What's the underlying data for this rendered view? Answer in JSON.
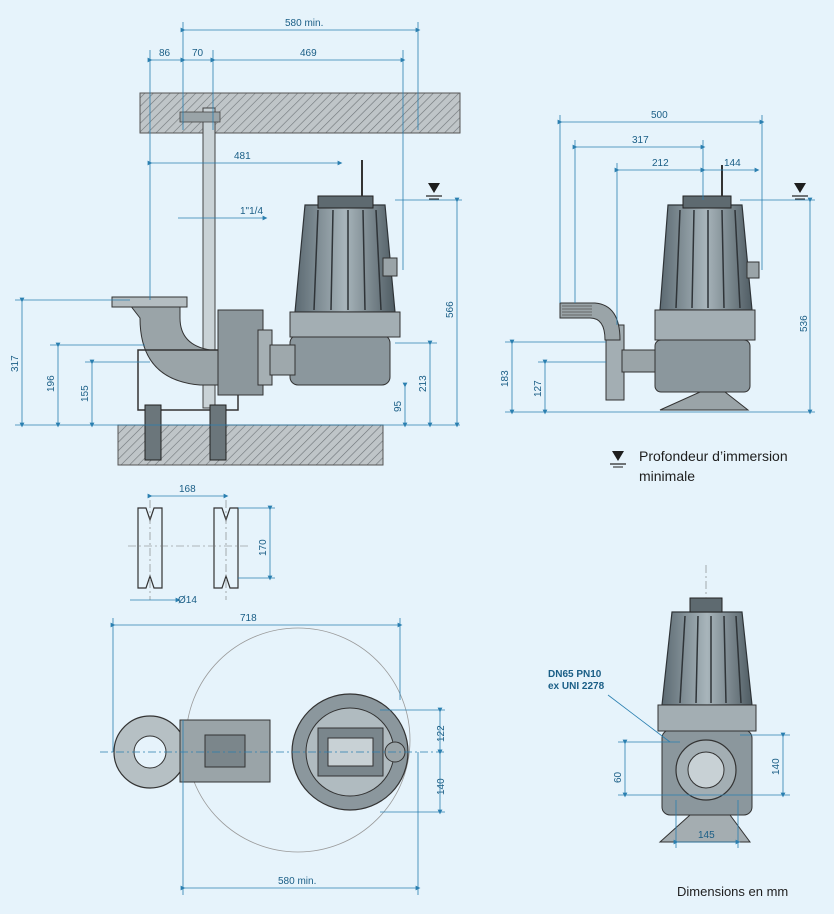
{
  "legend": {
    "symbol_name": "water-level-icon",
    "text": "Profondeur d’immersion minimale"
  },
  "units_note": "Dimensions en mm",
  "flange_spec": {
    "line1": "DN65 PN10",
    "line2": "ex UNI 2278"
  },
  "side_view_installed": {
    "dim_580_min_top": "580 min.",
    "dim_86": "86",
    "dim_70": "70",
    "dim_469": "469",
    "dim_481": "481",
    "dim_1_1_4": "1\"1/4",
    "dim_566": "566",
    "dim_317": "317",
    "dim_196": "196",
    "dim_155": "155",
    "dim_213": "213",
    "dim_95": "95"
  },
  "side_view_free": {
    "dim_500": "500",
    "dim_317": "317",
    "dim_212": "212",
    "dim_144": "144",
    "dim_536": "536",
    "dim_183": "183",
    "dim_127": "127"
  },
  "foot_detail": {
    "dim_168": "168",
    "dim_170": "170",
    "dim_d14": "Ø14"
  },
  "plan_view": {
    "dim_718": "718",
    "dim_122": "122",
    "dim_140": "140",
    "dim_580_min_bottom": "580 min."
  },
  "front_view": {
    "dim_60": "60",
    "dim_140": "140",
    "dim_145": "145"
  },
  "colors": {
    "background": "#e6f3fb",
    "dimension_line": "#2a7fb0",
    "dimension_text": "#1a5e86",
    "pump_fill": "#7a8a92",
    "pump_dark": "#2f3438"
  }
}
